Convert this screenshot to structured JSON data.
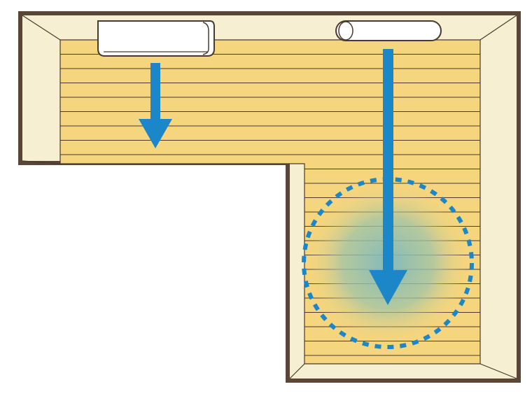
{
  "diagram": {
    "type": "floor-plan",
    "room_shape": "L-shaped",
    "colors": {
      "wall": "#5a4636",
      "wall_inner": "#f6efd2",
      "floor": "#f5d57e",
      "floorboard_line": "#4a3a2e",
      "airflow_arrow": "#1b86c8",
      "airflow_zone_ring": "#1b86c8",
      "airflow_zone_fill": "#7cb8c0",
      "unit_fill": "#ffffff",
      "unit_stroke": "#4a3a2e"
    },
    "units": [
      {
        "id": "wall-mounted-unit",
        "icon": "wall-mounted-air-conditioner-icon",
        "airflow": "short-arrow-down"
      },
      {
        "id": "ceiling-circulator",
        "icon": "cylindrical-air-circulator-icon",
        "airflow": "long-arrow-down-into-zone"
      }
    ],
    "airflow_zone": {
      "ring_style": "dashed",
      "fill": "radial-gradient"
    }
  }
}
